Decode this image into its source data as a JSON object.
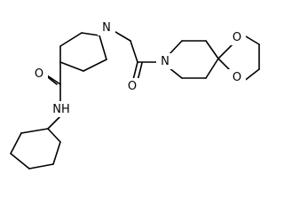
{
  "molecule": {
    "atoms": [
      {
        "id": "n_pip",
        "label": "N"
      },
      {
        "id": "o_ketone",
        "label": "O"
      },
      {
        "id": "n_spiro",
        "label": "N"
      },
      {
        "id": "o_top",
        "label": "O"
      },
      {
        "id": "o_bottom",
        "label": "O"
      },
      {
        "id": "o_amide",
        "label": "O"
      },
      {
        "id": "n_amide",
        "label": "NH"
      }
    ],
    "colors": {
      "bond": "#000000",
      "text": "#000000",
      "background": "#ffffff"
    }
  }
}
